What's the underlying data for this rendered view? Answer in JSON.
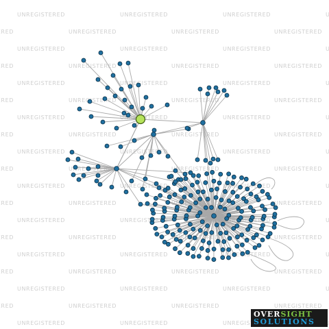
{
  "watermark_text": "UNREGISTERED",
  "logo": {
    "part1": "OVER",
    "part2": "SIGHT",
    "part3": "SOLUTIONS"
  },
  "colors": {
    "node": "#1f6f9f",
    "focus_node": "#b6e35c",
    "edge": "#a8a8a8",
    "watermark": "#cfcfcf"
  }
}
